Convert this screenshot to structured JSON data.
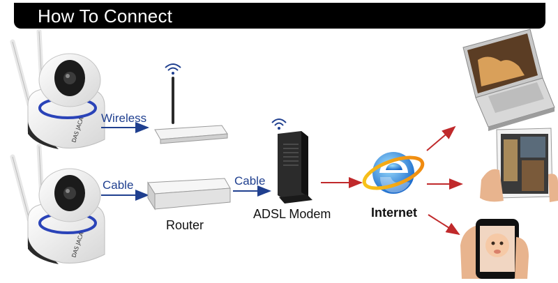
{
  "header": {
    "title": "How To Connect"
  },
  "links": {
    "wireless": "Wireless",
    "cable_to_router": "Cable",
    "cable_to_modem": "Cable"
  },
  "devices": {
    "router": "Router",
    "modem": "ADSL Modem",
    "internet": "Internet",
    "camera_brand": "DAS JACA"
  },
  "colors": {
    "blue_arrow": "#1f3f8f",
    "red_arrow": "#c0292b",
    "camera_ring": "#2a43b8"
  }
}
